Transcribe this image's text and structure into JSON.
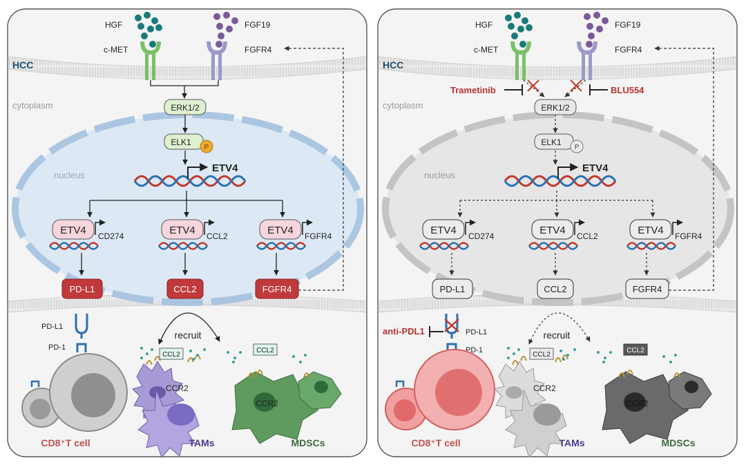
{
  "panels": [
    {
      "id": "untreated",
      "ligand_1": "HGF",
      "ligand_2": "FGF19",
      "receptor_1": "c-MET",
      "receptor_2": "FGFR4",
      "cell_label": "HCC",
      "cytoplasm_label": "cytoplasm",
      "nucleus_label": "nucleus",
      "erk_label": "ERK1/2",
      "elk_label": "ELK1",
      "phospho_label": "P",
      "etv4_gene": "ETV4",
      "etv4_protein": "ETV4",
      "target_genes": [
        "CD274",
        "CCL2",
        "FGFR4"
      ],
      "products": [
        "PD-L1",
        "CCL2",
        "FGFR4"
      ],
      "pdl1_label": "PD-L1",
      "pd1_label": "PD-1",
      "recruit_label": "recruit",
      "ccl2_tag": "CCL2",
      "ccr2_label": "CCR2",
      "tcell_label": "CD8⁺T cell",
      "tam_label": "TAMs",
      "mdsc_label": "MDSCs"
    },
    {
      "id": "treated",
      "ligand_1": "HGF",
      "ligand_2": "FGF19",
      "receptor_1": "c-MET",
      "receptor_2": "FGFR4",
      "cell_label": "HCC",
      "cytoplasm_label": "cytoplasm",
      "nucleus_label": "nucleus",
      "erk_label": "ERK1/2",
      "elk_label": "ELK1",
      "phospho_label": "P",
      "etv4_gene": "ETV4",
      "etv4_protein": "ETV4",
      "target_genes": [
        "CD274",
        "CCL2",
        "FGFR4"
      ],
      "products": [
        "PD-L1",
        "CCL2",
        "FGFR4"
      ],
      "pdl1_label": "PD-L1",
      "pd1_label": "PD-1",
      "recruit_label": "recruit",
      "ccl2_tag": "CCL2",
      "ccr2_label": "CCR2",
      "tcell_label": "CD8⁺T cell",
      "tam_label": "TAMs",
      "mdsc_label": "MDSCs",
      "inhibitor_1": "Trametinib",
      "inhibitor_2": "BLU554",
      "inhibitor_3": "anti-PDL1"
    }
  ],
  "colors": {
    "hcc_label": "#1f4e6e",
    "drug": "#b83232",
    "tcell_text": "#c0504d",
    "tam_text": "#4b3a8c",
    "mdsc_text": "#3d6b3d",
    "product_box": "#c0393b",
    "etv4_box": "#f6d5dc",
    "erk_box": "#dff0d0",
    "nucleus": "#dbe8f5"
  }
}
